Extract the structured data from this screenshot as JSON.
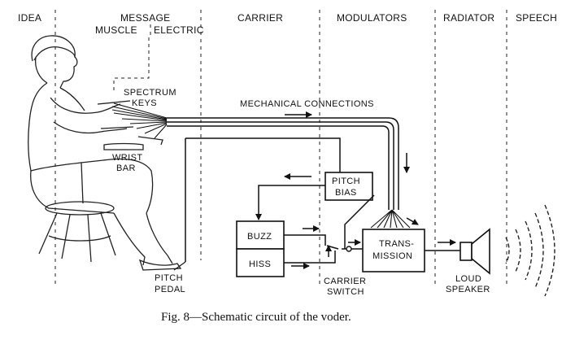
{
  "headers": {
    "idea": "IDEA",
    "message": "MESSAGE",
    "muscle": "MUSCLE",
    "electric": "ELECTRIC",
    "carrier": "CARRIER",
    "modulators": "MODULATORS",
    "radiator": "RADIATOR",
    "speech": "SPEECH"
  },
  "labels": {
    "spectrum": "SPECTRUM",
    "keys": "KEYS",
    "mechanical_connections": "MECHANICAL CONNECTIONS",
    "wrist": "WRIST",
    "bar": "BAR",
    "pitch_bias_1": "PITCH",
    "pitch_bias_2": "BIAS",
    "buzz": "BUZZ",
    "hiss": "HISS",
    "transmission_1": "TRANS-",
    "transmission_2": "MISSION",
    "loud": "LOUD",
    "speaker": "SPEAKER",
    "carrier_switch_1": "CARRIER",
    "carrier_switch_2": "SWITCH",
    "pitch_pedal_1": "PITCH",
    "pitch_pedal_2": "PEDAL"
  },
  "caption": "Fig. 8—Schematic circuit of the voder."
}
